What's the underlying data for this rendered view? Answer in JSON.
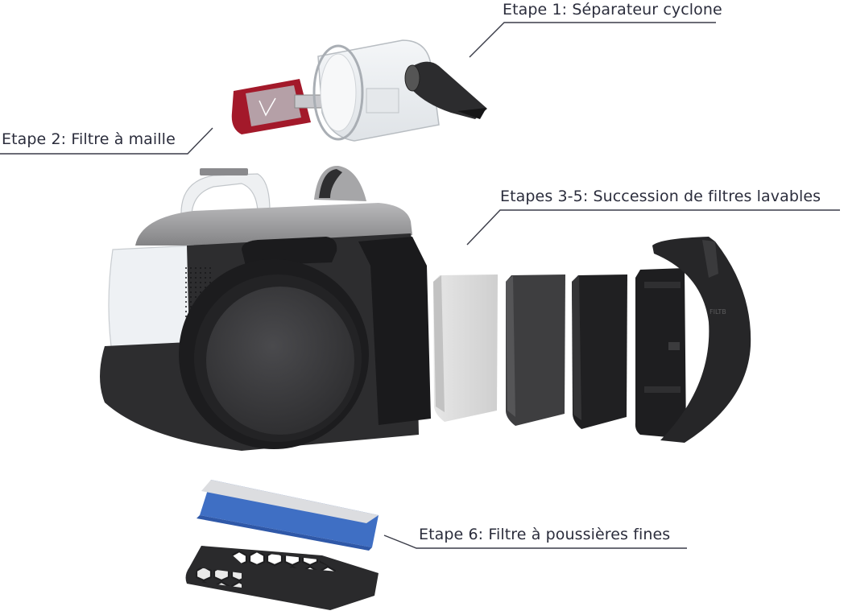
{
  "labels": {
    "step1": "Etape 1: Séparateur cyclone",
    "step2": "Etape 2: Filtre à maille",
    "steps3_5": "Etapes 3-5: Succession de filtres lavables",
    "step6": "Etape 6: Filtre à poussières fines"
  },
  "colors": {
    "text": "#2b2d3c",
    "leader_line": "#3a3c48",
    "mesh_filter_red": "#a3192a",
    "hepa_frame_blue": "#3f6fc4",
    "body_dark": "#2a2a2c",
    "body_grey": "#9a9a9c",
    "foam_white": "#d8d8d8",
    "foam_grey": "#3c3c3e",
    "foam_black": "#1f1f21"
  },
  "parts": [
    {
      "id": "cyclone-separator",
      "step": "1"
    },
    {
      "id": "mesh-filter",
      "step": "2"
    },
    {
      "id": "washable-foam-filter-1",
      "step": "3"
    },
    {
      "id": "washable-foam-filter-2",
      "step": "4"
    },
    {
      "id": "washable-foam-filter-3",
      "step": "5"
    },
    {
      "id": "fine-dust-hepa-filter",
      "step": "6"
    }
  ],
  "cover_marking": "FILTB"
}
